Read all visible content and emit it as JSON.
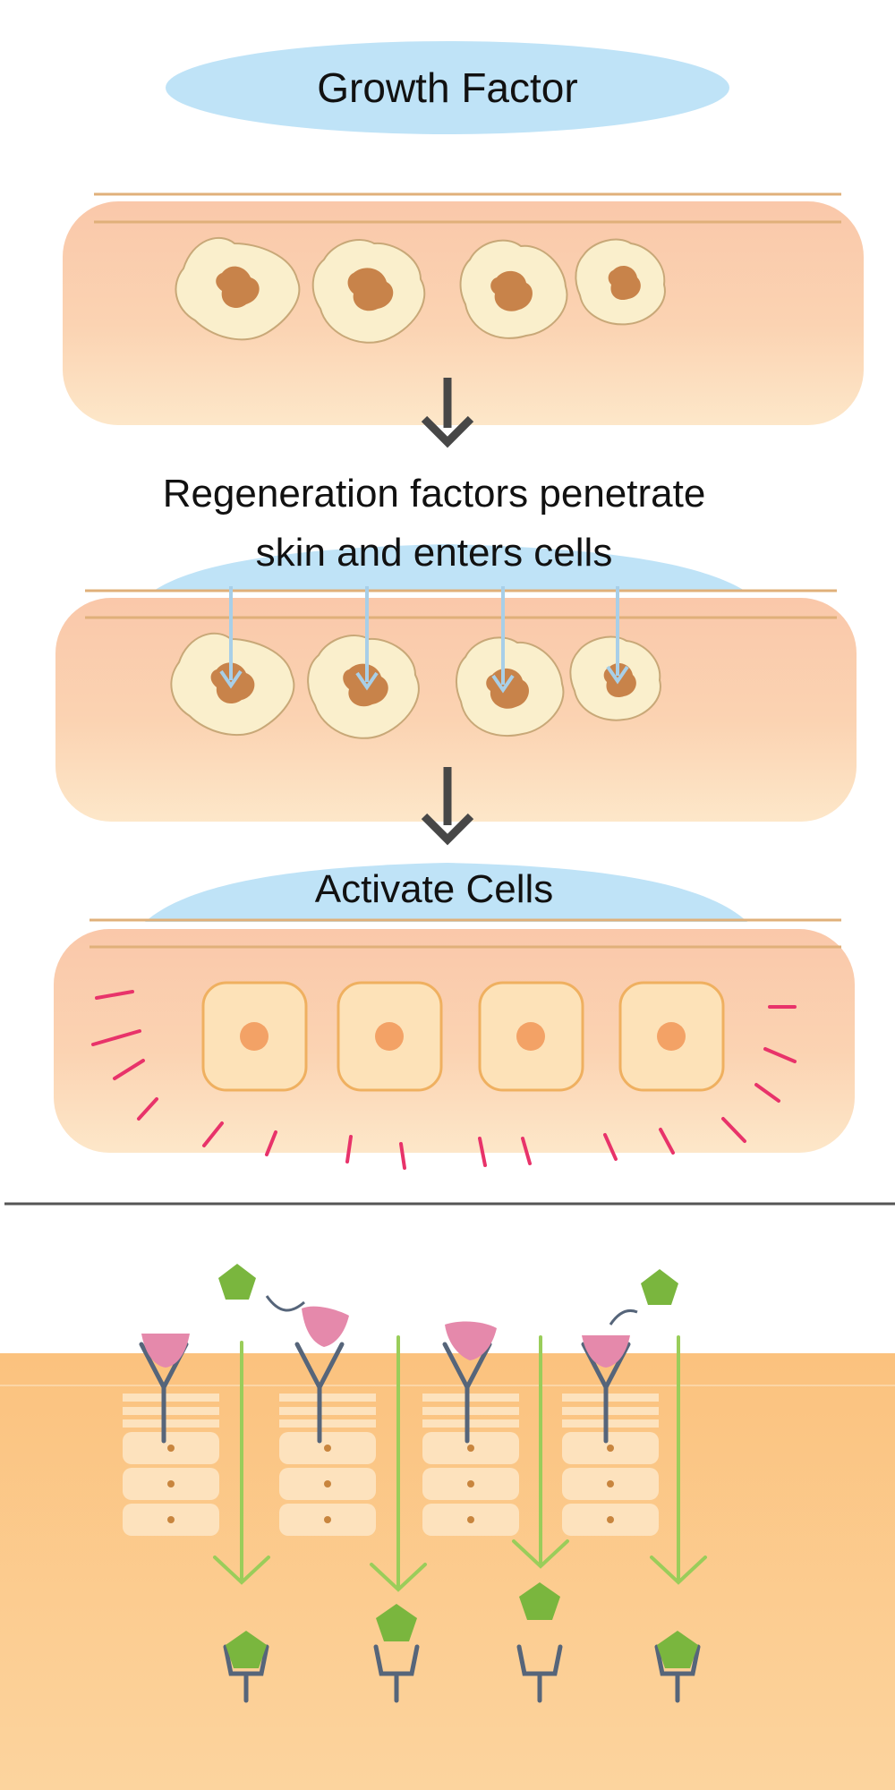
{
  "labels": {
    "growth_factor": "Growth Factor",
    "step2_line1": "Regeneration factors penetrate",
    "step2_line2": "skin and enters cells",
    "step3": "Activate Cells"
  },
  "colors": {
    "skin_top": "#fac8aa",
    "skin_bottom": "#fde6c8",
    "skin_line": "#e0b07a",
    "serum": "#bfe3f7",
    "cell_fill": "#faefcc",
    "cell_stroke": "#c8a878",
    "nucleus": "#c8834a",
    "active_cell_fill": "#fde2b8",
    "active_cell_stroke": "#efb060",
    "active_nucleus": "#f3a266",
    "spark": "#e8336a",
    "arrow": "#474747",
    "tissue": "#fbc98a",
    "receptor": "#56657a",
    "pink_ligand": "#e589ab",
    "green_factor": "#7ab63e",
    "green_arrow": "#9acd5a",
    "divider": "#555555"
  },
  "icons": {
    "step_arrow": "down-arrow-icon",
    "factor": "pentagon-icon",
    "ligand": "triangle-icon",
    "receptor": "y-receptor-icon"
  }
}
